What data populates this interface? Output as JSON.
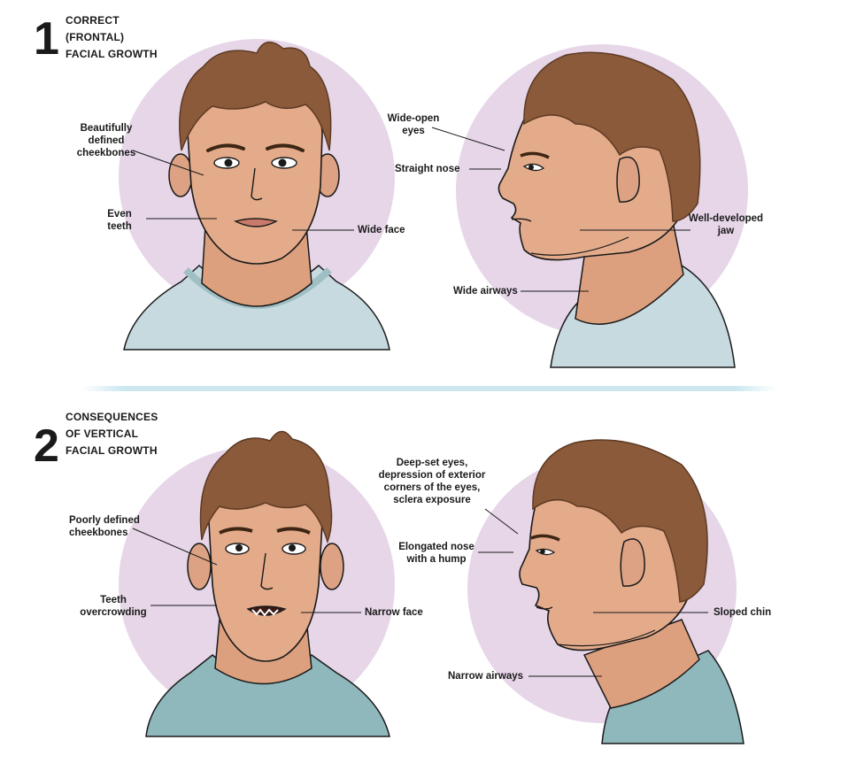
{
  "section1": {
    "number": "1",
    "heading": "CORRECT\n(FRONTAL)\nFACIAL GROWTH",
    "front_labels": {
      "cheekbones": "Beautifully\ndefined\ncheekbones",
      "teeth": "Even\nteeth",
      "face": "Wide face"
    },
    "side_labels": {
      "eyes": "Wide-open\neyes",
      "nose": "Straight nose",
      "jaw": "Well-developed\njaw",
      "airways": "Wide airways"
    }
  },
  "section2": {
    "number": "2",
    "heading": "CONSEQUENCES\nOF VERTICAL\nFACIAL GROWTH",
    "front_labels": {
      "cheekbones": "Poorly defined\ncheekbones",
      "teeth": "Teeth\novercrowding",
      "face": "Narrow face"
    },
    "side_labels": {
      "eyes": "Deep-set eyes,\ndepression of exterior\ncorners of the eyes,\nsclera exposure",
      "nose": "Elongated nose\nwith a hump",
      "chin": "Sloped chin",
      "airways": "Narrow airways"
    }
  },
  "colors": {
    "circle": "#e6d6e8",
    "skin": "#e4ab8a",
    "skin_shadow": "#cf8f70",
    "hair": "#8a5a3a",
    "hair_dark": "#5e3a24",
    "shirt": "#bcd3d8",
    "shirt2": "#8cb6ba",
    "divider": "#cde7f0",
    "line": "#1a1a1a"
  }
}
